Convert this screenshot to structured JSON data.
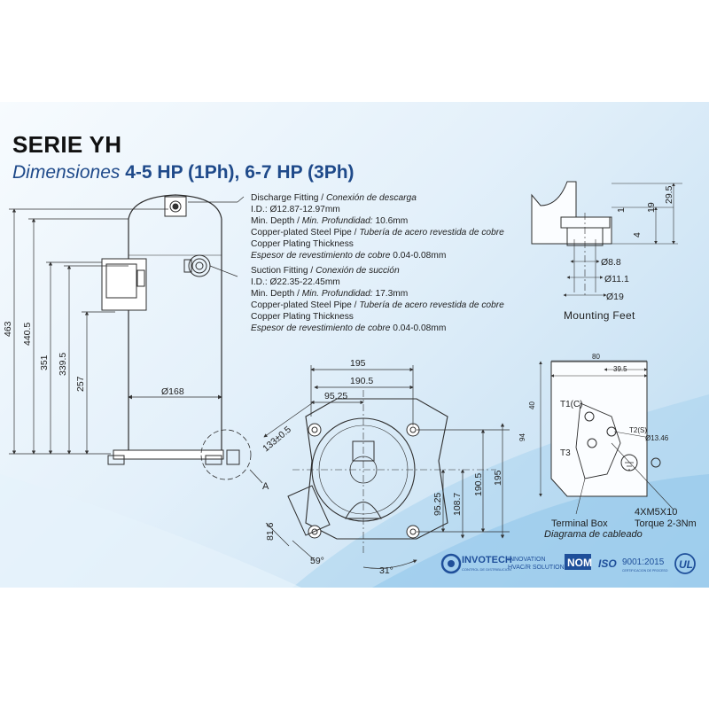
{
  "header": {
    "title": "SERIE YH",
    "subtitle_italic": "Dimensiones",
    "subtitle_bold": "4-5 HP (1Ph), 6-7 HP (3Ph)"
  },
  "discharge": {
    "line1_en": "Discharge Fitting",
    "line1_es": "Conexión de descarga",
    "id": "I.D.: Ø12.87-12.97mm",
    "depth_en": "Min. Depth",
    "depth_es": "Min. Profundidad:",
    "depth_val": "10.6mm",
    "pipe_en": "Copper-plated Steel Pipe",
    "pipe_es": "Tubería de acero revestida de cobre",
    "plating_en": "Copper Plating Thickness",
    "plating_es": "Espesor de revestimiento de cobre",
    "plating_val": "0.04-0.08mm"
  },
  "suction": {
    "line1_en": "Suction Fitting",
    "line1_es": "Conexión de succión",
    "id": "I.D.: Ø22.35-22.45mm",
    "depth_en": "Min. Depth",
    "depth_es": "Min. Profundidad:",
    "depth_val": "17.3mm",
    "pipe_en": "Copper-plated Steel Pipe",
    "pipe_es": "Tubería de acero revestida de cobre",
    "plating_en": "Copper Plating Thickness",
    "plating_es": "Espesor de revestimiento de cobre",
    "plating_val": "0.04-0.08mm"
  },
  "side_view": {
    "dims": [
      "463",
      "440.5",
      "351",
      "339.5",
      "257",
      "Ø168"
    ],
    "detail_label": "A"
  },
  "mounting_feet": {
    "title": "Mounting Feet",
    "dims": [
      "29.5",
      "19",
      "1",
      "4",
      "Ø8.8",
      "Ø11.1",
      "Ø19"
    ]
  },
  "top_view": {
    "dims": [
      "195",
      "190.5",
      "95.25",
      "133±0.5",
      "190.5",
      "195",
      "95.25",
      "108.7",
      "81.6",
      "59°",
      "31°"
    ]
  },
  "terminal_box": {
    "dims": [
      "80",
      "39.5",
      "40",
      "94",
      "Ø13.46"
    ],
    "terminals": [
      "T1(C)",
      "T2(S)",
      "T3"
    ],
    "screw_note": "4XM5X10",
    "torque_note": "Torque 2-3Nm",
    "caption_en": "Terminal Box",
    "caption_es": "Diagrama de cableado"
  },
  "logos": {
    "brand": "INVOTECH",
    "brand_sub": "CONTROL DE DISTRIBUCION",
    "tagline1": "INNOVATION",
    "tagline2": "HVAC/R SOLUTION",
    "nom": "NOM",
    "iso_prefix": "ISO",
    "iso_num": "9001:2015",
    "iso_sub": "CERTIFICACION DE PROCESO",
    "ul": "UL"
  }
}
